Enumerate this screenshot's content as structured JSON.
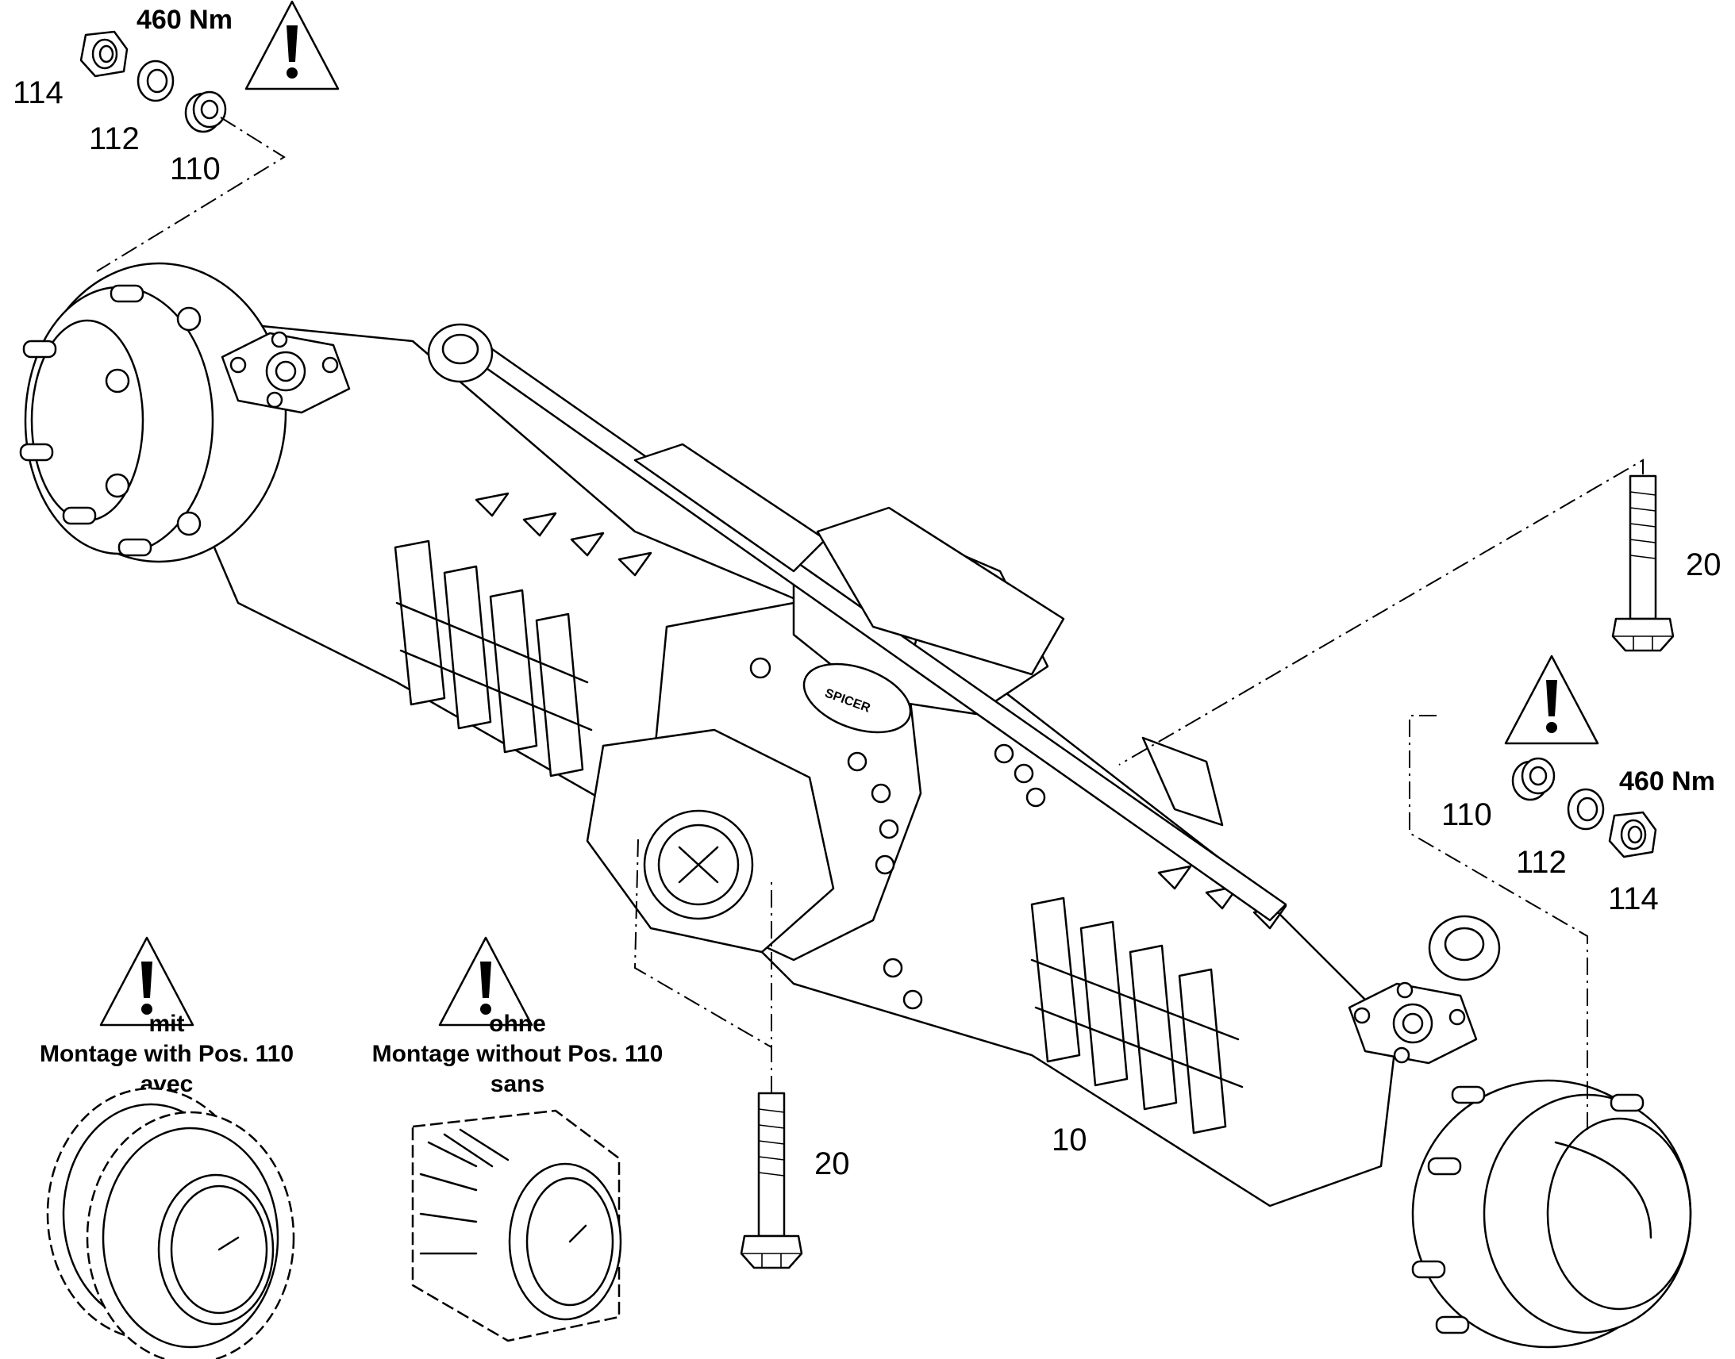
{
  "labels": {
    "torque_top": "460 Nm",
    "torque_right": "460 Nm",
    "pos_114_top": "114",
    "pos_112_top": "112",
    "pos_110_top": "110",
    "pos_110_right": "110",
    "pos_112_right": "112",
    "pos_114_right": "114",
    "pos_20_right": "20",
    "pos_20_bottom": "20",
    "pos_10": "10",
    "axle_brand": "SPICER"
  },
  "notes": {
    "with": {
      "line1": "mit",
      "line2": "Montage with  Pos. 110",
      "line3": "avec"
    },
    "without": {
      "line1": "ohne",
      "line2": "Montage without Pos. 110",
      "line3": "sans"
    }
  },
  "icons": [
    "warning-icon",
    "gear-pair-icon",
    "bevel-gear-icon",
    "bolt-icon",
    "nut-icon",
    "washer-icon",
    "bushing-icon"
  ]
}
